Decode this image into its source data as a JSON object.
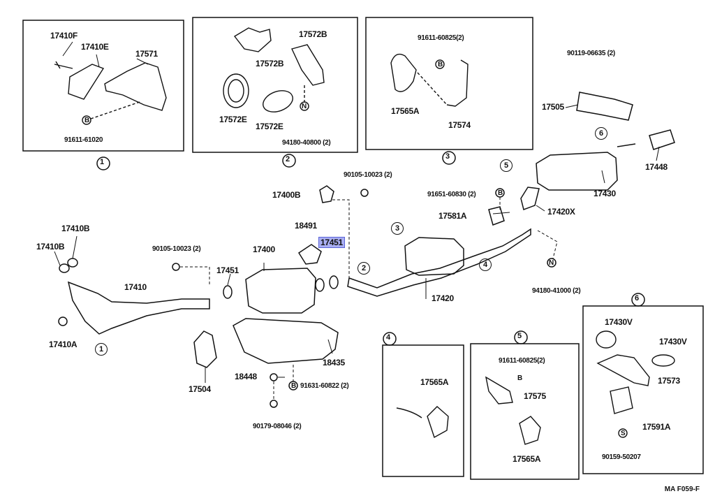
{
  "inset_numbers": {
    "p1": "1",
    "p2": "2",
    "p3": "3",
    "p4": "4",
    "p5": "5",
    "p6": "6"
  },
  "labels": {
    "p1_17410F": "17410F",
    "p1_17410E": "17410E",
    "p1_17571": "17571",
    "p1_bolt": "91611-61020",
    "p2_17572B_top": "17572B",
    "p2_17572B_mid": "17572B",
    "p2_17572E_left": "17572E",
    "p2_17572E_right": "17572E",
    "p2_nut": "94180-40800 (2)",
    "p3_bolt": "91611-60825(2)",
    "p3_17565A": "17565A",
    "p3_17574": "17574",
    "p4_17565A": "17565A",
    "p5_bolt": "91611-60825(2)",
    "p5_17575": "17575",
    "p5_17565A": "17565A",
    "p6_17430V_left": "17430V",
    "p6_17430V_right": "17430V",
    "p6_17573": "17573",
    "p6_17591A": "17591A",
    "p6_stud": "90159-50207",
    "m_90119": "90119-06635 (2)",
    "m_17505": "17505",
    "m_17448": "17448",
    "m_17430": "17430",
    "m_17420X": "17420X",
    "m_91651": "91651-60830 (2)",
    "m_17581A": "17581A",
    "m_17400B": "17400B",
    "m_90105_top": "90105-10023 (2)",
    "m_18491": "18491",
    "m_17451_hl": "17451",
    "m_17410B_top": "17410B",
    "m_17410B_left": "17410B",
    "m_90105_left": "90105-10023 (2)",
    "m_17400": "17400",
    "m_17451": "17451",
    "m_17410": "17410",
    "m_17410A": "17410A",
    "m_17420": "17420",
    "m_94180": "94180-41000 (2)",
    "m_18435": "18435",
    "m_17504": "17504",
    "m_18448": "18448",
    "m_91631": "91631-60822 (2)",
    "m_90179": "90179-08046 (2)"
  },
  "callouts": {
    "c1": "1",
    "c2": "2",
    "c3": "3",
    "c4": "4",
    "c5": "5",
    "c6": "6"
  },
  "letters": {
    "B": "B",
    "N": "N",
    "S": "S"
  },
  "footer": "MA F059-F"
}
